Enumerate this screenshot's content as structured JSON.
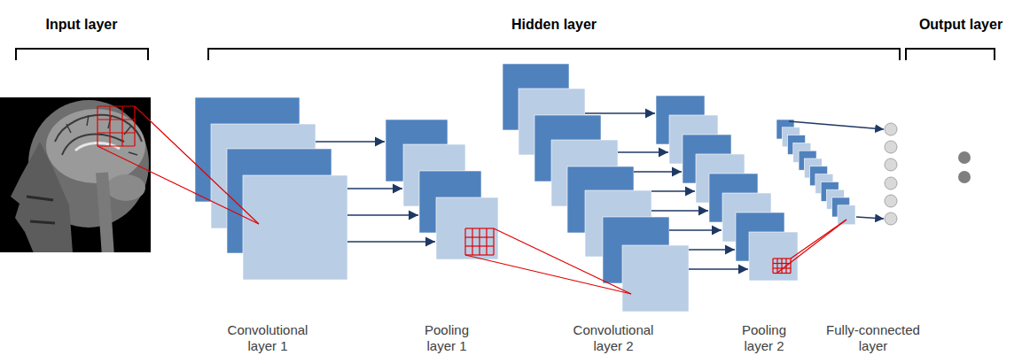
{
  "diagram": {
    "labels": [
      "Input layer",
      "Hidden layer",
      "Output layer",
      "Convolutional layer 1",
      "Pooling layer 1",
      "Convolutional layer 2",
      "Pooling layer 2",
      "Fully-connected layer"
    ]
  }
}
